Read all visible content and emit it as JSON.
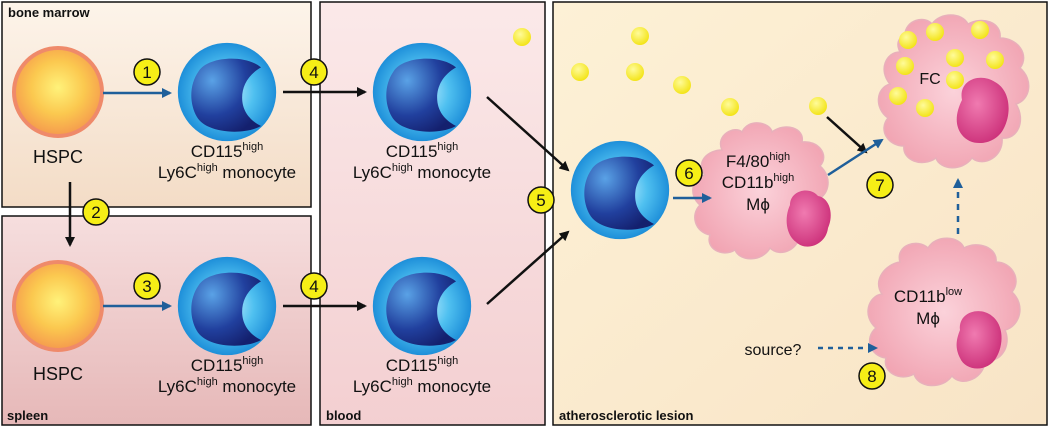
{
  "compartments": {
    "bone_marrow": "bone marrow",
    "spleen": "spleen",
    "blood": "blood",
    "lesion": "atherosclerotic lesion"
  },
  "cells": {
    "hspc_bm": "HSPC",
    "hspc_spleen": "HSPC",
    "monocyte": {
      "cd115": "CD115",
      "cd115_sup": "high",
      "ly6c": "Ly6C",
      "ly6c_sup": "high",
      "suffix": " monocyte"
    },
    "mac_high": {
      "f480": "F4/80",
      "f480_sup": "high",
      "cd11b": "CD11b",
      "cd11b_sup": "high",
      "mphi": "Mϕ"
    },
    "mac_low": {
      "cd11b": "CD11b",
      "cd11b_sup": "low",
      "mphi": "Mϕ"
    },
    "foam_cell": "FC"
  },
  "steps": [
    "1",
    "2",
    "3",
    "4",
    "4",
    "5",
    "6",
    "7",
    "8"
  ],
  "source_label": "source?",
  "colors": {
    "step_badge": "#f6ee16",
    "blue_arrow": "#1f5f9a",
    "monocyte": "#2a9fe6",
    "nucleus": "#1a2f8f",
    "hspc": "#f29a5c",
    "macrophage": "#f2a7b4",
    "lipid": "#f4ea1a"
  }
}
